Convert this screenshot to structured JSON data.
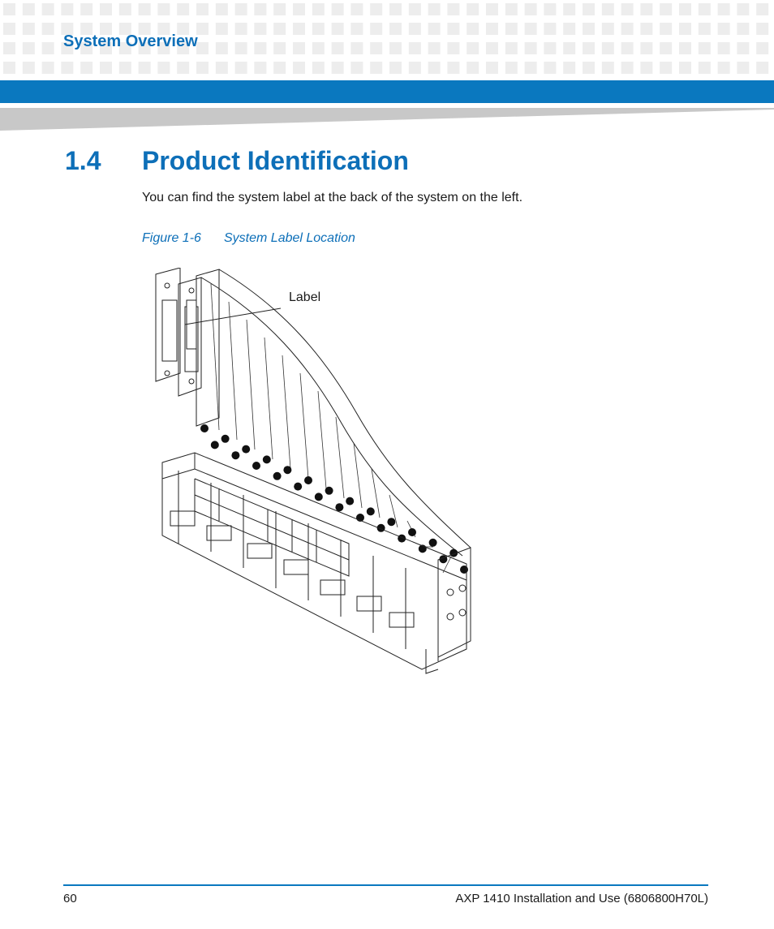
{
  "header": {
    "section": "System Overview",
    "band_color": "#0a78bf",
    "accent_color": "#0d6fb8"
  },
  "section": {
    "number": "1.4",
    "title": "Product Identification",
    "intro": "You can find the system label at the back of the system on the left."
  },
  "figure": {
    "number": "Figure 1-6",
    "caption": "System Label Location",
    "callout_label": "Label"
  },
  "footer": {
    "page_number": "60",
    "document_title": "AXP 1410 Installation and Use (6806800H70L)"
  }
}
